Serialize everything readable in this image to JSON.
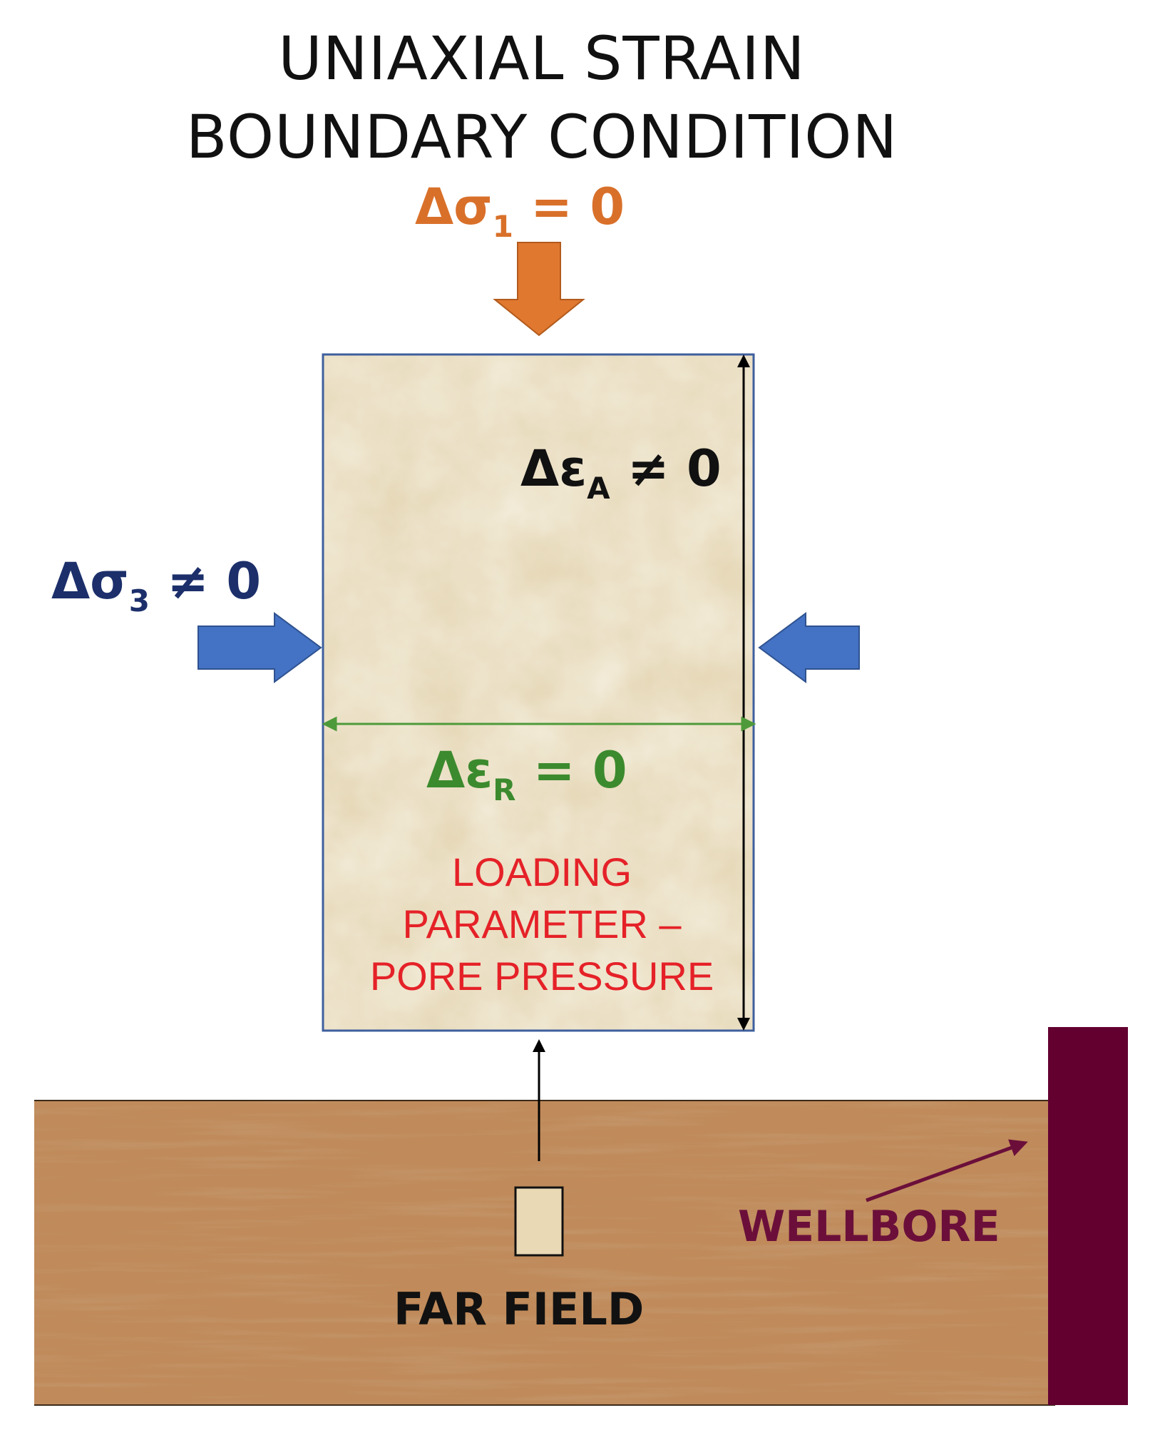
{
  "title": {
    "line1": "UNIAXIAL STRAIN",
    "line2": "BOUNDARY CONDITION"
  },
  "axial_stress": {
    "symbol": "Δσ",
    "subscript": "1",
    "relation": " = 0"
  },
  "radial_stress": {
    "symbol": "Δσ",
    "subscript": "3",
    "relation": " ≠ 0"
  },
  "axial_strain": {
    "symbol": "Δε",
    "subscript": "A",
    "relation": " ≠ 0"
  },
  "radial_strain": {
    "symbol": "Δε",
    "subscript": "R",
    "relation": " = 0"
  },
  "loading": {
    "line1": "LOADING",
    "line2": "PARAMETER –",
    "line3": "PORE PRESSURE"
  },
  "far_field_label": "FAR FIELD",
  "wellbore_label": "WELLBORE",
  "colors": {
    "axial_stress": "#e0782f",
    "radial_stress": "#4472c4",
    "radial_strain": "#3c8a2e",
    "loading_text": "#e52128",
    "wellbore": "#630030",
    "sample": "#e8dcbf",
    "formation": "#b87a4b"
  }
}
